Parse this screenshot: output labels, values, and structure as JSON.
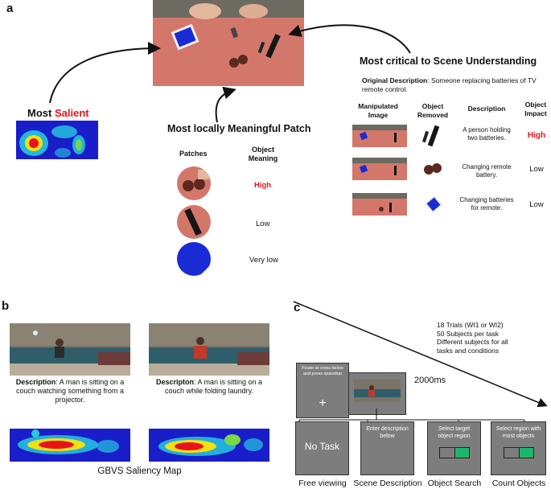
{
  "panel_a": {
    "letter": "a",
    "most_salient_prefix": "Most",
    "most_salient_word": "Salient",
    "meaningful_title": "Most locally Meaningful Patch",
    "patches_header": "Patches",
    "object_meaning_header": "Object Meaning",
    "meanings": [
      "High",
      "Low",
      "Very low"
    ],
    "critical_title": "Most critical to Scene Understanding",
    "original_description_label": "Original Description",
    "original_description_text": "Someone replacing batteries of TV remote control.",
    "table_headers": {
      "manipulated": "Manipulated Image",
      "removed": "Object Removed",
      "description": "Description",
      "impact": "Object Impact"
    },
    "rows": [
      {
        "description": "A person holding two batteries.",
        "impact": "High"
      },
      {
        "description": "Changing remote battery.",
        "impact": "Low"
      },
      {
        "description": "Changing batteries for remote.",
        "impact": "Low"
      }
    ],
    "colors": {
      "highlight": "#e8141a",
      "table": "#d4776b"
    }
  },
  "panel_b": {
    "letter": "b",
    "desc1_label": "Description",
    "desc1_text": ": A man is sitting on a couch watching something from a projector.",
    "desc2_label": "Descripton",
    "desc2_text": ": A man is sitting on a couch while folding laundry.",
    "saliency_caption": "GBVS Saliency Map"
  },
  "panel_c": {
    "letter": "c",
    "trial_info": [
      "18 Trials (WI1 or WI2)",
      "50 Subjects per task",
      "Different subjects for all",
      "tasks and conditions"
    ],
    "fixate_text": "Fixate at cross below and press spacebar",
    "cross": "+",
    "duration": "2000ms",
    "tasks": [
      {
        "box_text": "No Task",
        "label": "Free viewing"
      },
      {
        "box_text": "Enter description below",
        "label": "Scene Description"
      },
      {
        "box_text": "Select target object region",
        "label": "Object Search"
      },
      {
        "box_text": "Select region with most objects",
        "label": "Count Objects"
      }
    ]
  }
}
